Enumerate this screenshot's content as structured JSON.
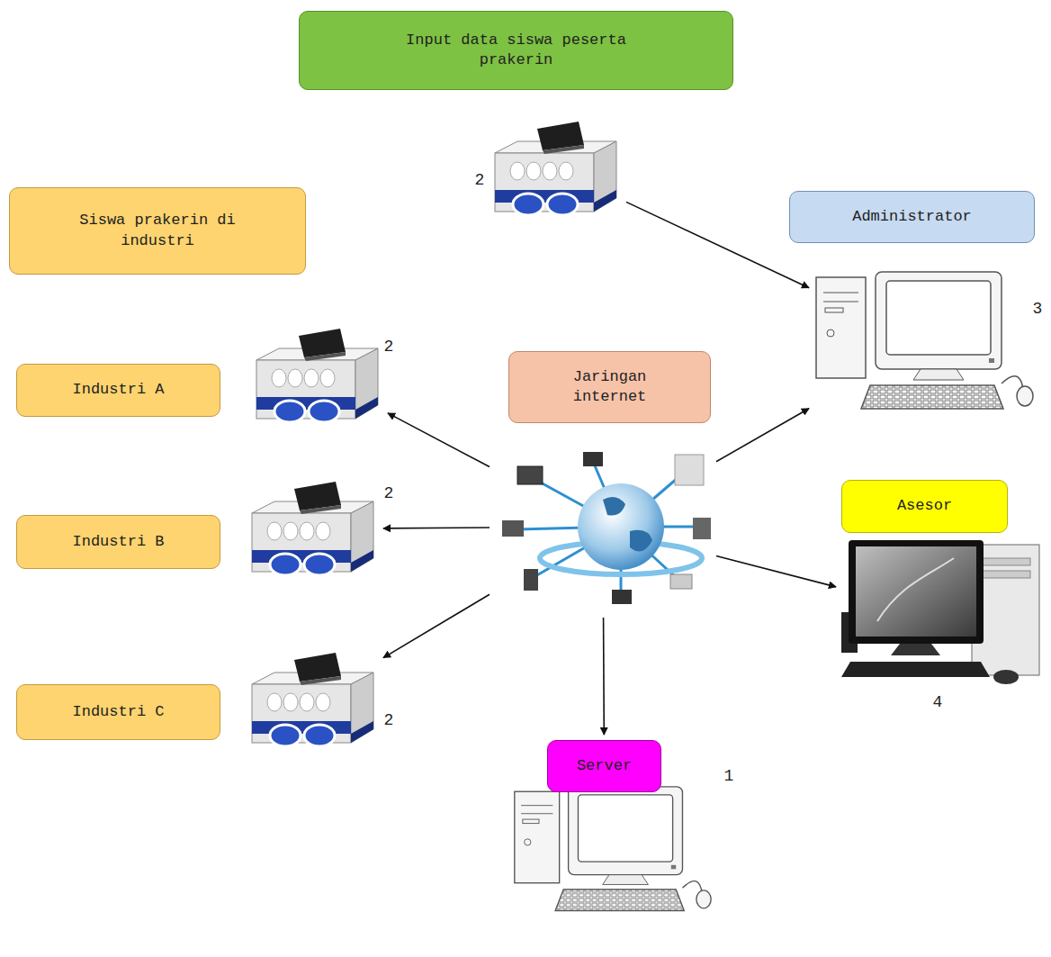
{
  "diagram": {
    "nodes": [
      {
        "text": [
          "Input data siswa peserta prakerin"
        ]
      },
      {
        "text": [
          "Siswa prakerin di industri"
        ]
      },
      {
        "text": [
          "Administrator"
        ]
      },
      {
        "text": [
          "Industri A"
        ]
      },
      {
        "text": [
          "Jaringan internet"
        ]
      },
      {
        "text": [
          "Asesor"
        ]
      },
      {
        "text": [
          "Industri B"
        ]
      },
      {
        "text": [
          "Industri C"
        ]
      },
      {
        "text": [
          "Server"
        ]
      }
    ],
    "edges": [
      {
        "from": 0,
        "to": 2,
        "arrow": "to"
      },
      {
        "from": 4,
        "to": 3,
        "arrow": "to"
      },
      {
        "from": 4,
        "to": 6,
        "arrow": "to"
      },
      {
        "from": 4,
        "to": 7,
        "arrow": "to"
      },
      {
        "from": 4,
        "to": 2,
        "arrow": "to"
      },
      {
        "from": 4,
        "to": 5,
        "arrow": "to"
      },
      {
        "from": 4,
        "to": 8,
        "arrow": "to"
      }
    ],
    "labels": [
      "2",
      "3",
      "2",
      "2",
      "4",
      "2",
      "1"
    ]
  }
}
